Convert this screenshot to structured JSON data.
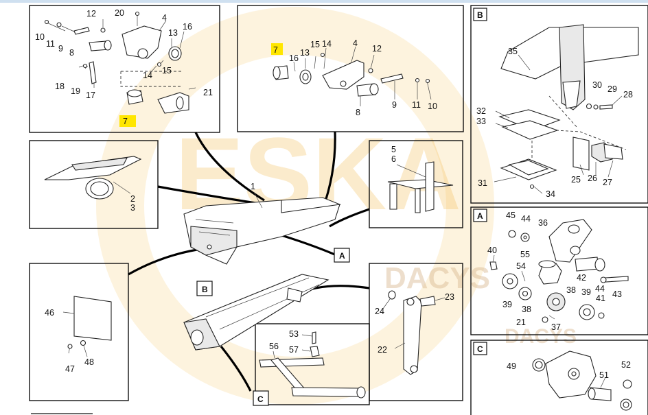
{
  "watermark": {
    "brand": "ESKA",
    "line1": "DACYS",
    "line2": "DACYS",
    "color": "#f3b94a"
  },
  "highlight_color": "#ffe600",
  "box_letters": {
    "a": "A",
    "b": "B",
    "c": "C"
  },
  "numbers": {
    "n1": "1",
    "n2": "2",
    "n3": "3",
    "n4": "4",
    "n5": "5",
    "n6": "6",
    "n7": "7",
    "n8": "8",
    "n9": "9",
    "n10": "10",
    "n11": "11",
    "n12": "12",
    "n13": "13",
    "n14": "14",
    "n15": "15",
    "n16": "16",
    "n17": "17",
    "n18": "18",
    "n19": "19",
    "n20": "20",
    "n21": "21",
    "n22": "22",
    "n23": "23",
    "n24": "24",
    "n25": "25",
    "n26": "26",
    "n27": "27",
    "n28": "28",
    "n29": "29",
    "n30": "30",
    "n31": "31",
    "n32": "32",
    "n33": "33",
    "n34": "34",
    "n35": "35",
    "n36": "36",
    "n37": "37",
    "n38": "38",
    "n39": "39",
    "n40": "40",
    "n41": "41",
    "n42": "42",
    "n43": "43",
    "n44": "44",
    "n45": "45",
    "n46": "46",
    "n47": "47",
    "n48": "48",
    "n49": "49",
    "n51": "51",
    "n52": "52",
    "n53": "53",
    "n54": "54",
    "n55": "55",
    "n56": "56",
    "n57": "57"
  }
}
